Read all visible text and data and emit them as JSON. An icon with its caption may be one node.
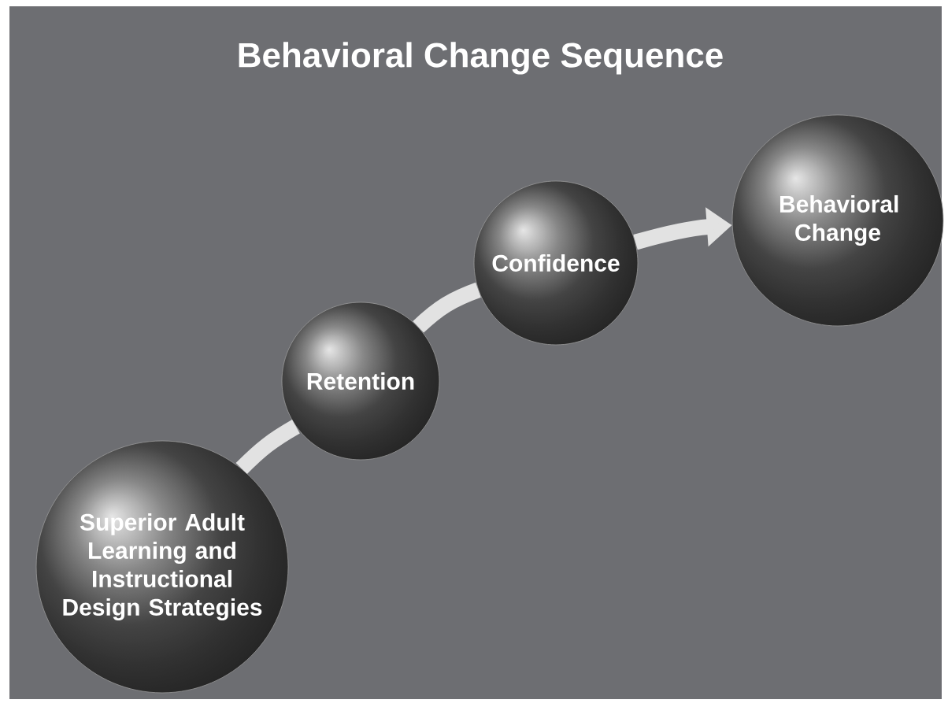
{
  "diagram": {
    "title": "Behavioral Change Sequence",
    "nodes": [
      {
        "text": [
          "Superior Adult Learning and Instructional Design Strategies"
        ]
      },
      {
        "text": [
          "Retention"
        ]
      },
      {
        "text": [
          "Confidence"
        ]
      },
      {
        "text": [
          "Behavioral Change"
        ]
      }
    ],
    "edges": [
      {
        "from": 0,
        "to": 1,
        "arrow": "none"
      },
      {
        "from": 1,
        "to": 2,
        "arrow": "none"
      },
      {
        "from": 2,
        "to": 3,
        "arrow": "to"
      }
    ]
  }
}
